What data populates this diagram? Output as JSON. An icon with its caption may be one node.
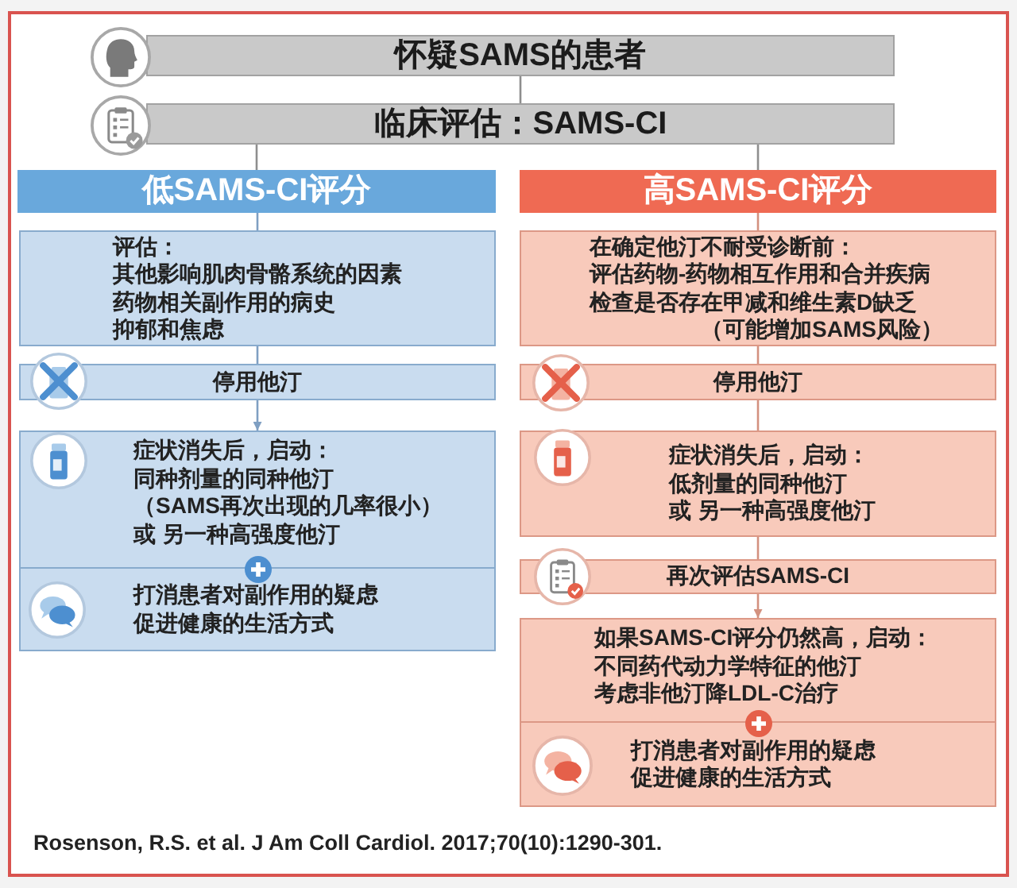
{
  "diagram": {
    "nodes": [
      {
        "text": [
          "怀疑SAMS的患者"
        ]
      },
      {
        "text": [
          "临床评估：SAMS-CI"
        ]
      },
      {
        "text": [
          "低SAMS-CI评分"
        ]
      },
      {
        "text": [
          "高SAMS-CI评分"
        ]
      },
      {
        "text": [
          "评估：",
          "其他影响肌肉骨骼系统的因素",
          "药物相关副作用的病史",
          "抑郁和焦虑"
        ]
      },
      {
        "text": [
          "停用他汀"
        ]
      },
      {
        "text": [
          "症状消失后，启动：",
          "同种剂量的同种他汀",
          "（SAMS再次出现的几率很小）",
          "或 另一种高强度他汀"
        ]
      },
      {
        "text": [
          "打消患者对副作用的疑虑",
          "促进健康的生活方式"
        ]
      },
      {
        "text": [
          "在确定他汀不耐受诊断前：",
          "评估药物-药物相互作用和合并疾病",
          "检查是否存在甲减和维生素D缺乏",
          "（可能增加SAMS风险）"
        ]
      },
      {
        "text": [
          "停用他汀"
        ]
      },
      {
        "text": [
          "症状消失后，启动：",
          "低剂量的同种他汀",
          "或 另一种高强度他汀"
        ]
      },
      {
        "text": [
          "再次评估SAMS-CI"
        ]
      },
      {
        "text": [
          "如果SAMS-CI评分仍然高，启动：",
          "不同药代动力学特征的他汀",
          "考虑非他汀降LDL-C治疗"
        ]
      },
      {
        "text": [
          "打消患者对副作用的疑虑",
          "促进健康的生活方式"
        ]
      }
    ],
    "edges": [
      {
        "from": 0,
        "to": 1,
        "arrow": "none"
      },
      {
        "from": 1,
        "to": 2,
        "arrow": "none"
      },
      {
        "from": 1,
        "to": 3,
        "arrow": "none"
      },
      {
        "from": 2,
        "to": 4,
        "arrow": "none"
      },
      {
        "from": 4,
        "to": 5,
        "arrow": "none"
      },
      {
        "from": 5,
        "to": 6,
        "arrow": "to"
      },
      {
        "from": 3,
        "to": 8,
        "arrow": "none"
      },
      {
        "from": 8,
        "to": 9,
        "arrow": "none"
      },
      {
        "from": 9,
        "to": 10,
        "arrow": "none"
      },
      {
        "from": 10,
        "to": 11,
        "arrow": "none"
      },
      {
        "from": 11,
        "to": 12,
        "arrow": "to"
      }
    ],
    "labels": [
      "Rosenson, R.S. et al. J Am Coll Cardiol. 2017;70(10):1290-301."
    ]
  }
}
